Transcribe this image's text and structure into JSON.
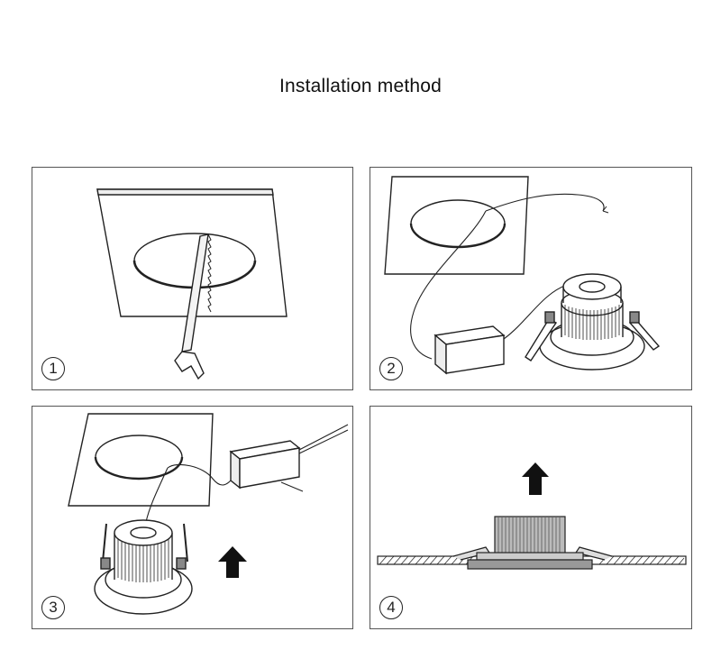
{
  "title": "Installation method",
  "steps": [
    {
      "number": "1"
    },
    {
      "number": "2"
    },
    {
      "number": "3"
    },
    {
      "number": "4"
    }
  ]
}
